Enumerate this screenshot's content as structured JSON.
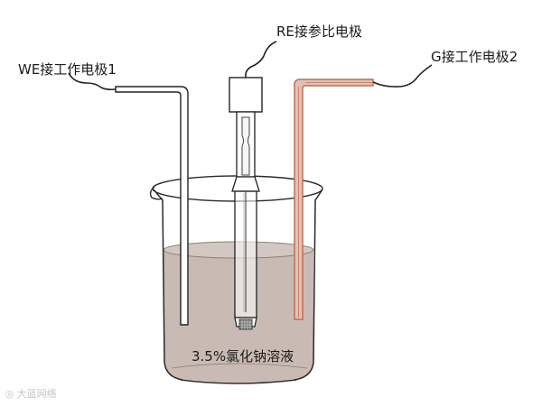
{
  "labels": {
    "reference_electrode": "RE接参比电极",
    "working_electrode": "WE接工作电极1",
    "ground_electrode": "G接工作电极2",
    "solution": "3.5%氯化钠溶液"
  },
  "watermark": {
    "icon": "camera-logo-icon",
    "text": "大蓝网络"
  },
  "colors": {
    "outline": "#2a2a2a",
    "solution_fill": "#c9bbb4",
    "copper_wire": "#b8705a",
    "copper_wire_inner": "#e4c2b3",
    "mesh_tip": "#555555"
  }
}
